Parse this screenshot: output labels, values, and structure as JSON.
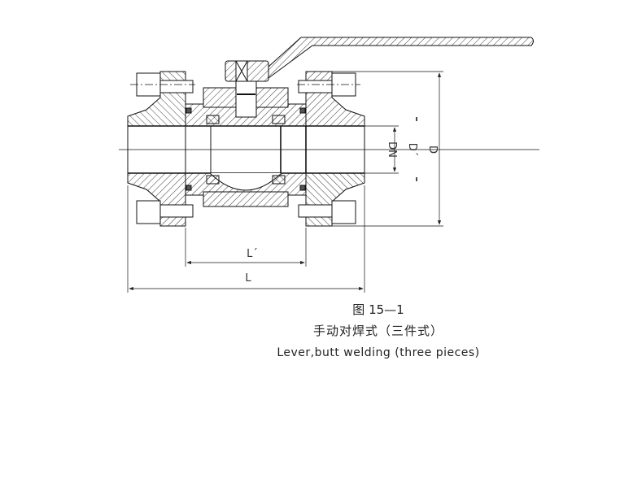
{
  "figure": {
    "number": "图 15—1",
    "title_cn": "手动对焊式（三件式）",
    "title_en": "Lever,butt welding (three pieces)"
  },
  "dimensions": {
    "dn": "DN",
    "d_prime": "D´",
    "d": "D",
    "l_prime": "L´",
    "l": "L"
  },
  "colors": {
    "line": "#111111",
    "background": "#ffffff"
  }
}
